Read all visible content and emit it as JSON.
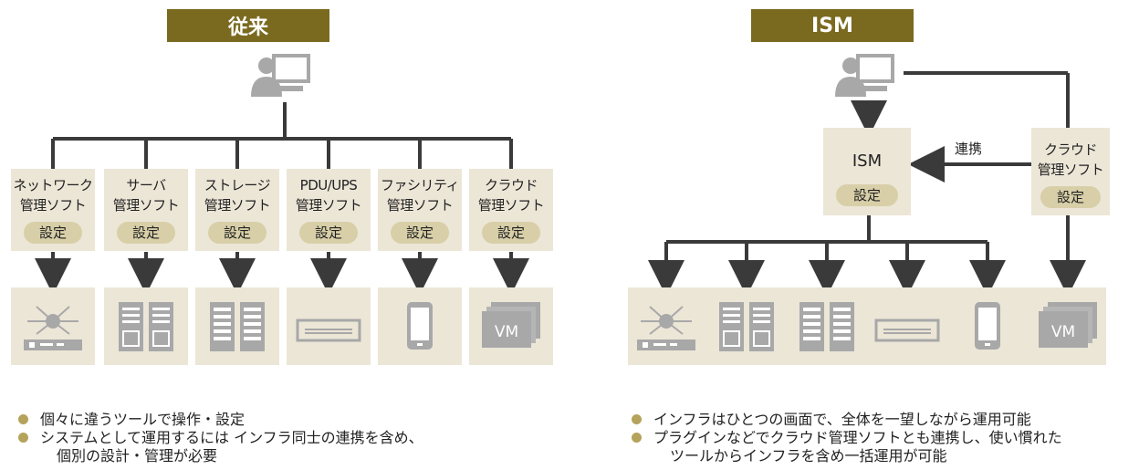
{
  "left": {
    "title": "従来",
    "software": [
      {
        "line1": "ネットワーク",
        "line2": "管理ソフト",
        "setting": "設定"
      },
      {
        "line1": "サーバ",
        "line2": "管理ソフト",
        "setting": "設定"
      },
      {
        "line1": "ストレージ",
        "line2": "管理ソフト",
        "setting": "設定"
      },
      {
        "line1": "PDU/UPS",
        "line2": "管理ソフト",
        "setting": "設定"
      },
      {
        "line1": "ファシリティ",
        "line2": "管理ソフト",
        "setting": "設定"
      },
      {
        "line1": "クラウド",
        "line2": "管理ソフト",
        "setting": "設定"
      }
    ],
    "bullets": [
      "個々に違うツールで操作・設定",
      "システムとして運用するには インフラ同士の連携を含め、",
      "個別の設計・管理が必要"
    ]
  },
  "right": {
    "title": "ISM",
    "ism": {
      "label": "ISM",
      "setting": "設定"
    },
    "link_label": "連携",
    "cloud": {
      "line1": "クラウド",
      "line2": "管理ソフト",
      "setting": "設定"
    },
    "bullets": [
      "インフラはひとつの画面で、全体を一望しながら運用可能",
      "プラグインなどでクラウド管理ソフトとも連携し、使い慣れた",
      "ツールからインフラを含め一括運用が可能"
    ]
  },
  "devices": {
    "vm_label": "VM"
  },
  "colors": {
    "title_bg": "#7a6a1f",
    "box_bg": "#ece6d7",
    "pill_bg": "#d8cfa8",
    "line": "#3a3a3a",
    "icon": "#a8a8a8",
    "bullet": "#b5a35c"
  }
}
